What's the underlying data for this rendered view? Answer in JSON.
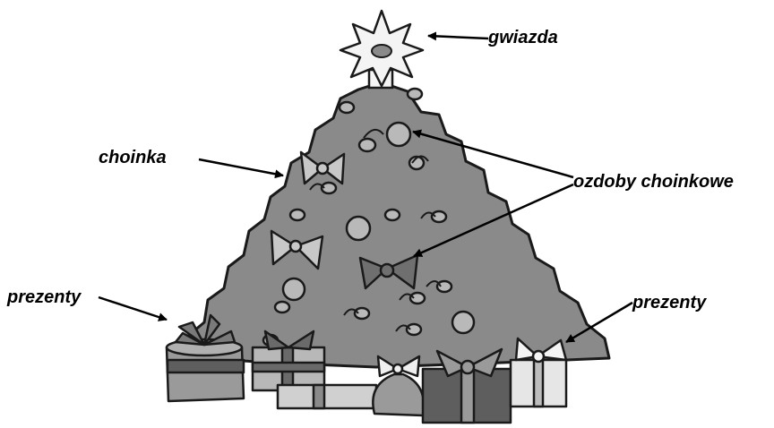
{
  "labels": {
    "star": "gwiazda",
    "tree": "choinka",
    "ornaments": "ozdoby choinkowe",
    "gifts_left": "prezenty",
    "gifts_right": "prezenty"
  },
  "colors": {
    "tree_fill": "#8a8a8a",
    "outline": "#1a1a1a",
    "star_fill": "#f4f4f4",
    "ornament_fill": "#b9b9b9",
    "bow_light": "#c8c8c8",
    "bow_dark": "#6f6f6f",
    "gift_light": "#d0d0d0",
    "gift_mid": "#9a9a9a",
    "gift_dark": "#5e5e5e"
  },
  "icons": [
    "star-icon",
    "christmas-tree-icon",
    "ornament-icon",
    "bow-icon",
    "gift-icon",
    "arrow-icon"
  ]
}
